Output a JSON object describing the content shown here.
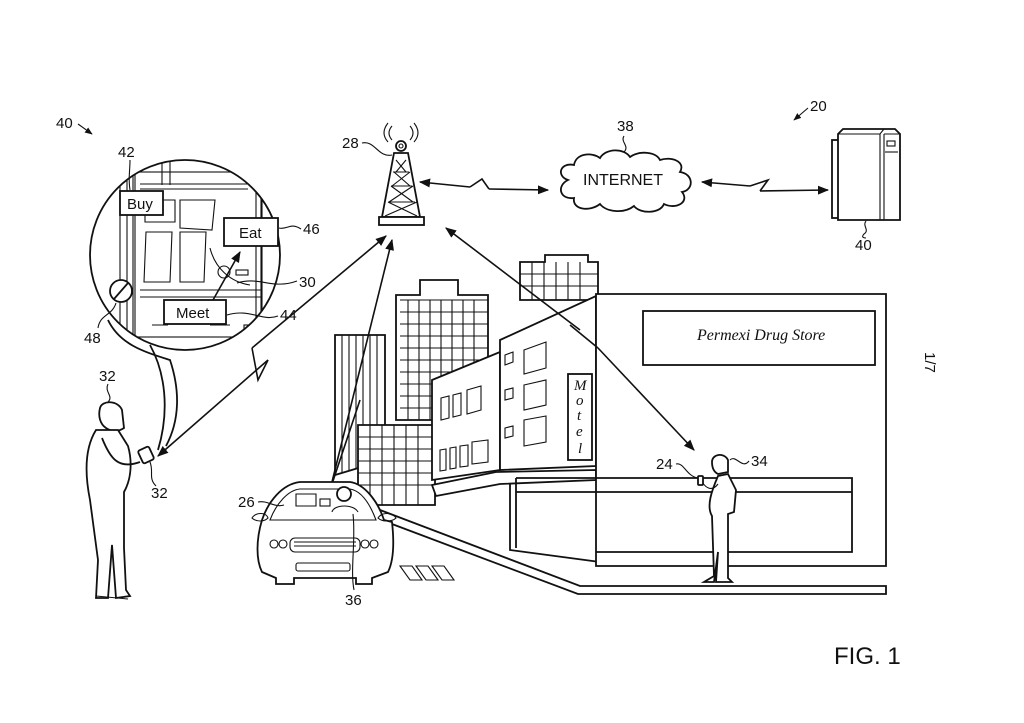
{
  "figure": {
    "caption": "FIG. 1",
    "sheet_number": "1/7",
    "system_ref": "20",
    "inset_ref": "40"
  },
  "network": {
    "tower_ref": "28",
    "internet_ref": "38",
    "internet_label": "INTERNET",
    "server_ref": "40"
  },
  "inset_map": {
    "display_ref": "42",
    "buy_label": "Buy",
    "eat_label": "Eat",
    "eat_ref": "46",
    "meet_label": "Meet",
    "meet_ref": "44",
    "location_ref": "30",
    "prohibited_ref": "48"
  },
  "people": {
    "left_user_ref": "32",
    "left_device_ref": "32",
    "car_ref": "26",
    "driver_ref": "36",
    "right_device_ref": "24",
    "right_user_ref": "34"
  },
  "scene": {
    "store_sign": "Permexi Drug Store",
    "motel_sign": [
      "M",
      "o",
      "t",
      "e",
      "l"
    ]
  }
}
